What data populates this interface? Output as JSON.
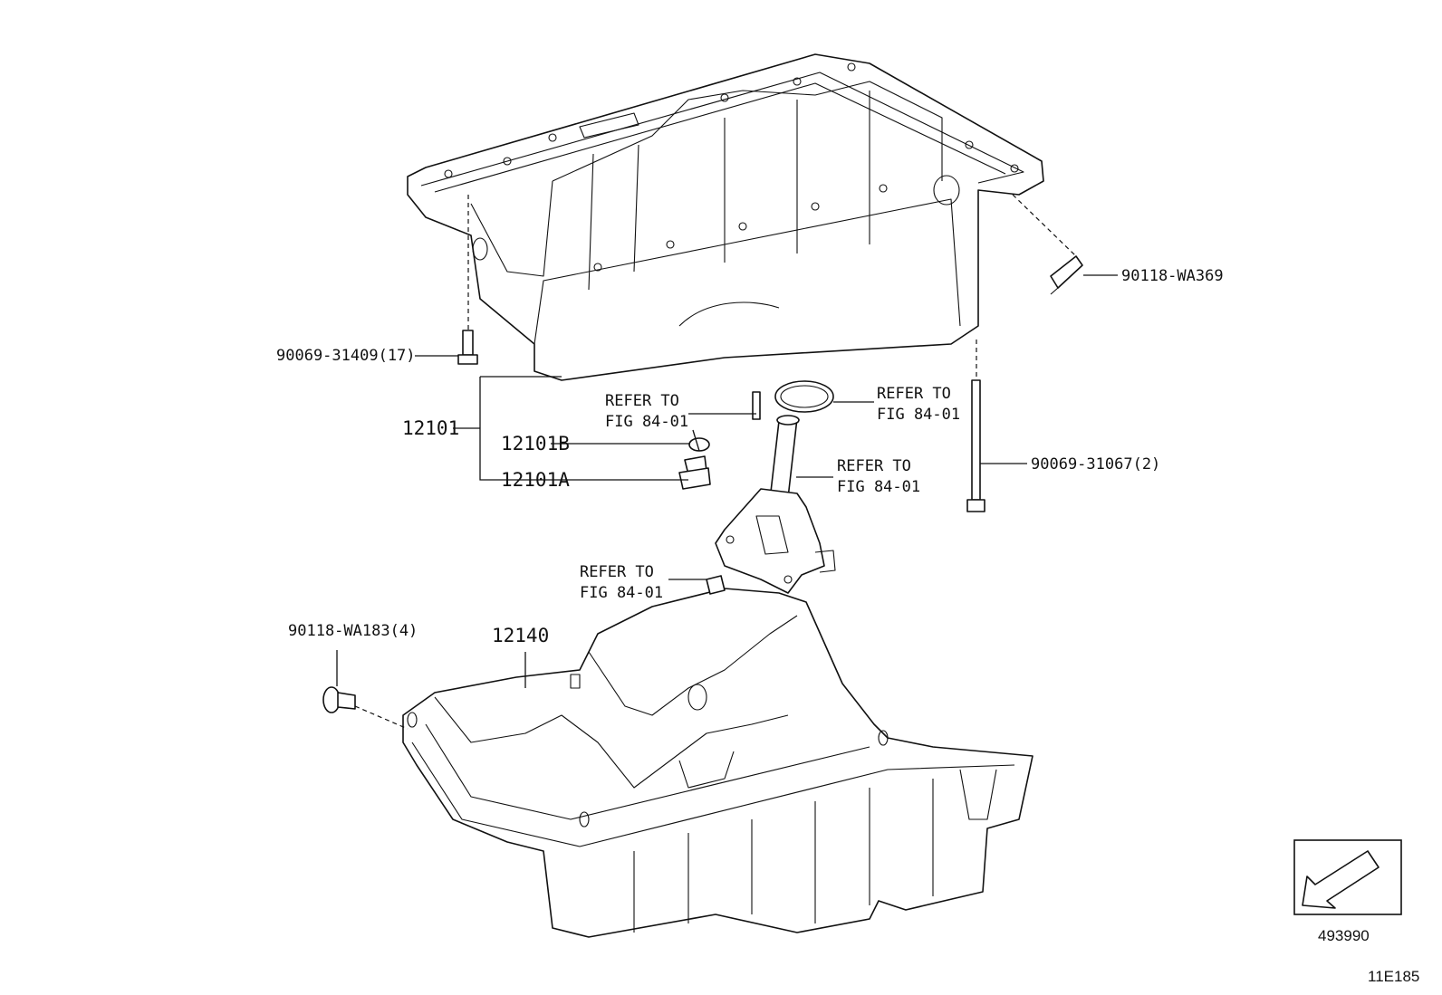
{
  "labels": {
    "p_90069_31409": "90069-31409(17)",
    "p_12101": "12101",
    "p_12101B": "12101B",
    "p_12101A": "12101A",
    "p_90118_WA369": "90118-WA369",
    "p_90069_31067": "90069-31067(2)",
    "p_90118_WA183": "90118-WA183(4)",
    "p_12140": "12140",
    "refer_1_l1": "REFER TO",
    "refer_1_l2": "FIG 84-01",
    "refer_2_l1": "REFER TO",
    "refer_2_l2": "FIG 84-01",
    "refer_3_l1": "REFER TO",
    "refer_3_l2": "FIG 84-01",
    "refer_4_l1": "REFER TO",
    "refer_4_l2": "FIG 84-01"
  },
  "footer": {
    "illustration_no": "493990",
    "figure_code": "11E185"
  }
}
